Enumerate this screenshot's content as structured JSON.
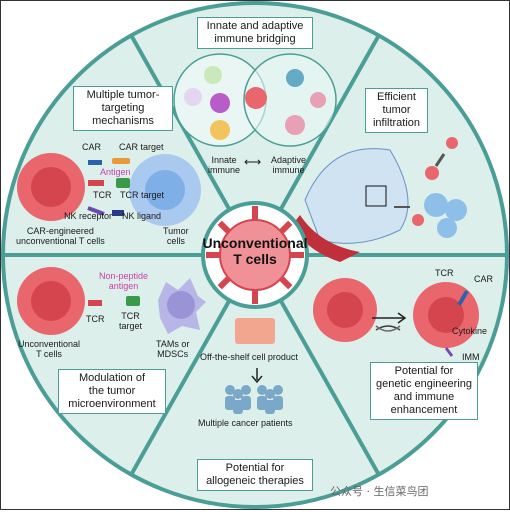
{
  "center": {
    "title": "Unconventional\nT cells"
  },
  "sections": {
    "innate": {
      "title": "Innate and adaptive\nimmune bridging",
      "innate_label": "Innate\nimmune",
      "arrow": "⟷",
      "adaptive_label": "Adaptive\nimmune"
    },
    "infiltration": {
      "title": "Efficient\ntumor\ninfiltration"
    },
    "genetic": {
      "title": "Potential for\ngenetic engineering\nand immune\nenhancement",
      "tcr": "TCR",
      "car": "CAR",
      "cytokine": "Cytokine",
      "imm": "IMM"
    },
    "allogeneic": {
      "title": "Potential for\nallogeneic therapies",
      "product": "Off-the-shelf cell product",
      "patients": "Multiple cancer patients"
    },
    "modulation": {
      "title": "Modulation of\nthe tumor\nmicroenvironment",
      "antigen": "Non-peptide\nantigen",
      "tcr": "TCR",
      "tcr_target": "TCR\ntarget",
      "cells": "Unconventional\nT cells",
      "tams": "TAMs or\nMDSCs"
    },
    "multiple": {
      "title": "Multiple tumor-\ntargeting\nmechanisms",
      "car": "CAR",
      "car_target": "CAR target",
      "antigen": "Antigen",
      "tcr": "TCR",
      "tcr_target": "TCR target",
      "nk_receptor": "NK receptor",
      "nk_ligand": "NK ligand",
      "car_cells": "CAR-engineered\nunconventional T cells",
      "tumor_cells": "Tumor\ncells"
    }
  },
  "watermark": "公众号 · 生信菜鸟团",
  "colors": {
    "ring": "#4a9e96",
    "sector_fill": "#dcefeb",
    "cell": "#e8666c",
    "tumor": "#a9c9ef",
    "magenta": "#c93ea8",
    "tam": "#b8b6e6"
  }
}
